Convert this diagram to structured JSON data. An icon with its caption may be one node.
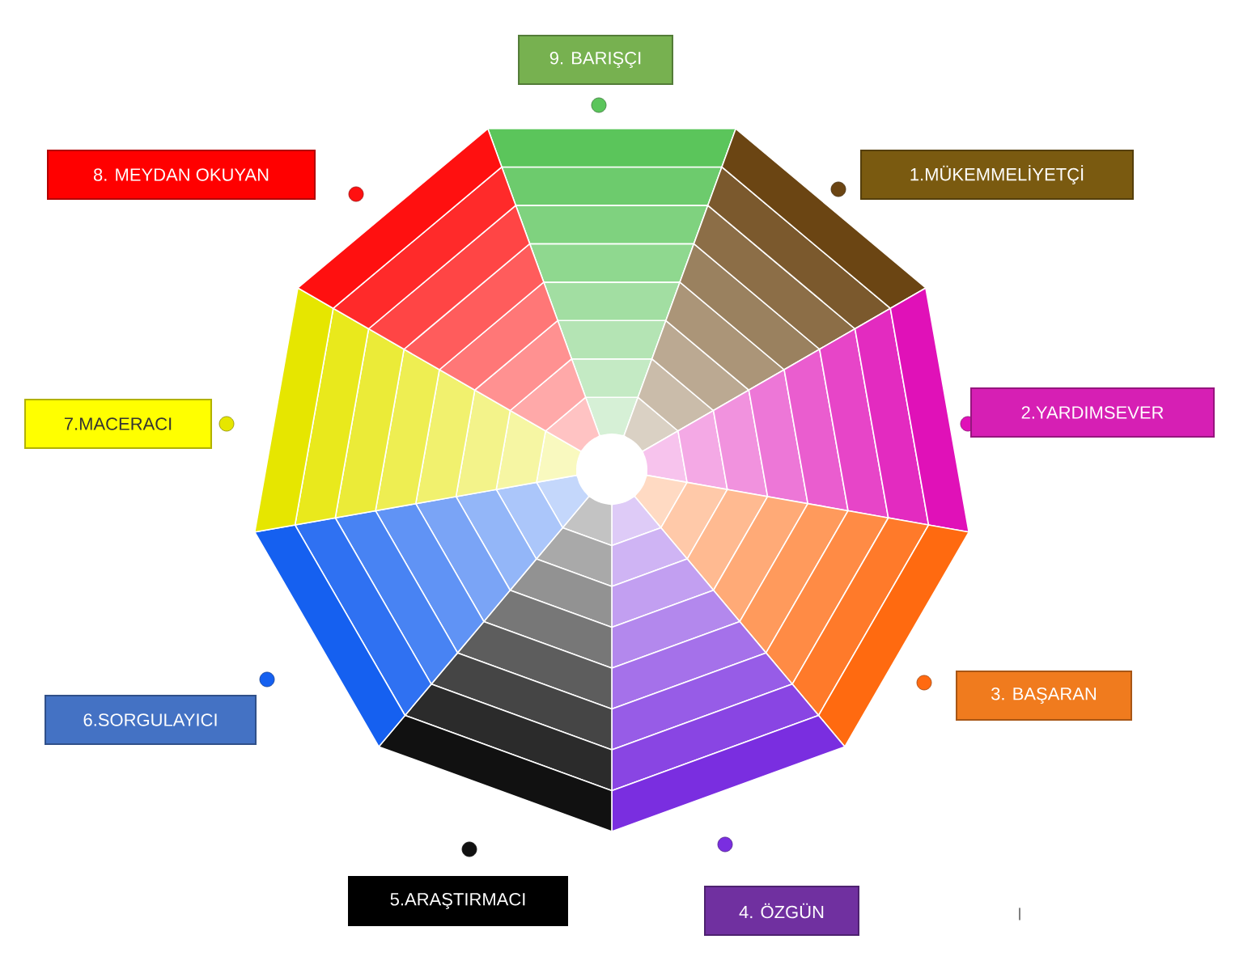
{
  "diagram": {
    "nodes": [
      {
        "text": [
          "9. BARIŞÇI"
        ]
      },
      {
        "text": [
          "1.MÜKEMMELİYETÇİ"
        ]
      },
      {
        "text": [
          "2.YARDIMSEVER"
        ]
      },
      {
        "text": [
          "3. BAŞARAN"
        ]
      },
      {
        "text": [
          "4. ÖZGÜN"
        ]
      },
      {
        "text": [
          "5.ARAŞTIRMACI"
        ]
      },
      {
        "text": [
          "6.SORGULAYICI"
        ]
      },
      {
        "text": [
          "7.MACERACI"
        ]
      },
      {
        "text": [
          "8. MEYDAN OKUYAN"
        ]
      }
    ],
    "labels": [
      "I"
    ]
  }
}
